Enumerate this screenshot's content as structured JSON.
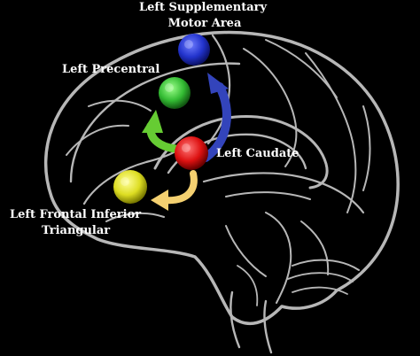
{
  "labels": {
    "sma_line1": "Left Supplementary",
    "sma_line2": "Motor Area",
    "precentral": "Left Precentral",
    "caudate": "Left Caudate",
    "ifg_line1": "Left Frontal Inferior",
    "ifg_line2": "Triangular"
  },
  "colors": {
    "background": "#000000",
    "sma_node": "#2233cc",
    "precentral_node": "#33bb33",
    "caudate_node": "#dd1111",
    "ifg_node": "#dddd22",
    "arrow_blue": "#3344bb",
    "arrow_green": "#66cc33",
    "arrow_yellow": "#f4d070"
  }
}
